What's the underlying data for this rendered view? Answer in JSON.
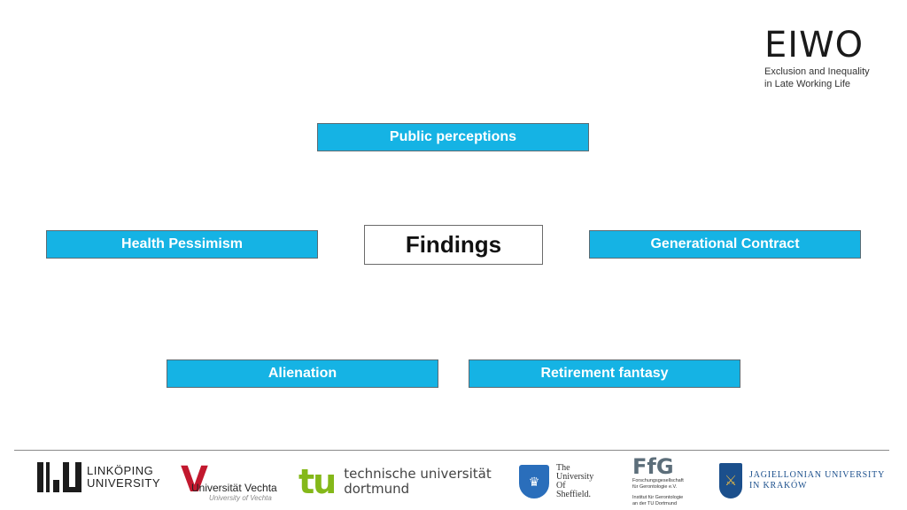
{
  "header": {
    "logo_mark": "EIWO",
    "logo_line1": "Exclusion and Inequality",
    "logo_line2": "in Late Working Life"
  },
  "diagram": {
    "center": "Findings",
    "top": "Public perceptions",
    "left": "Health Pessimism",
    "right": "Generational Contract",
    "bottom_left": "Alienation",
    "bottom_right": "Retirement fantasy"
  },
  "footer": {
    "linkoping": {
      "line1": "LINKÖPING",
      "line2": "UNIVERSITY"
    },
    "vechta": {
      "name": "Universität Vechta",
      "tagline": "University of Vechta"
    },
    "tu": {
      "mark": "tu",
      "line1": "technische universität",
      "line2": "dortmund"
    },
    "sheffield": {
      "line1": "The",
      "line2": "University",
      "line3": "Of",
      "line4": "Sheffield."
    },
    "ffg": {
      "mark": "FfG",
      "line1": "Forschungsgesellschaft",
      "line2": "für Gerontologie e.V.",
      "line3": "Institut für Gerontologie",
      "line4": "an der TU Dortmund"
    },
    "jagiellonian": {
      "line1": "JAGIELLONIAN UNIVERSITY",
      "line2": "IN KRAKÓW"
    }
  },
  "colors": {
    "box_fill": "#15b3e4",
    "tu_green": "#84b819",
    "vechta_red": "#c2182e",
    "jagiellonian_blue": "#1b4f8c"
  }
}
